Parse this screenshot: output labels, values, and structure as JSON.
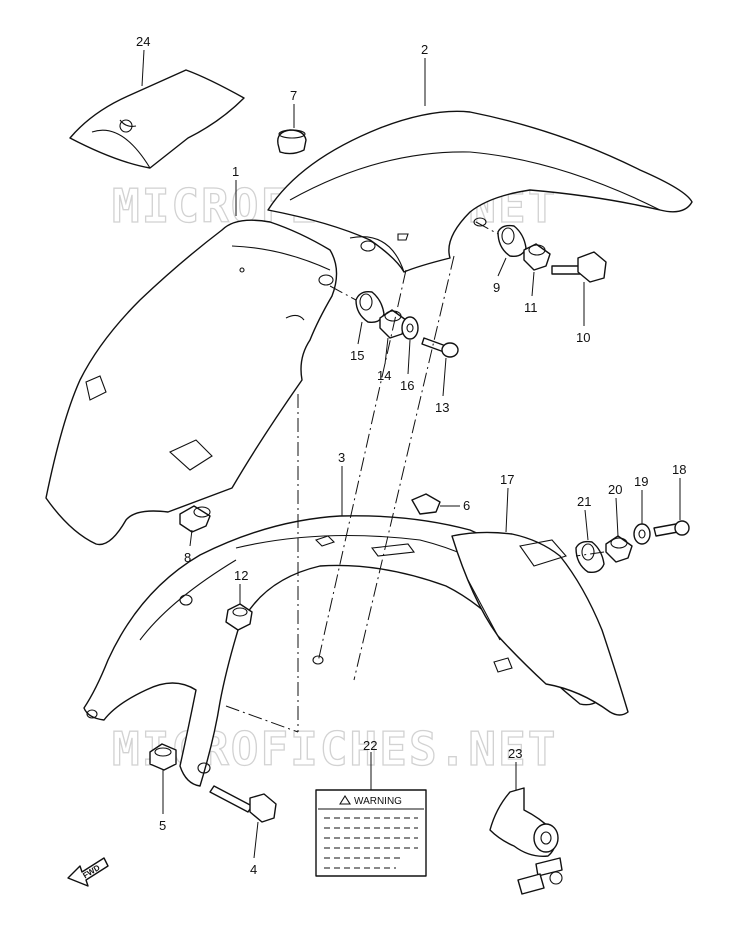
{
  "watermarks": [
    "MICROFICHES.NET",
    "MICROFICHES.NET"
  ],
  "labels": {
    "p1": "1",
    "p2": "2",
    "p3": "3",
    "p4": "4",
    "p5": "5",
    "p6": "6",
    "p7": "7",
    "p8": "8",
    "p9": "9",
    "p10": "10",
    "p11": "11",
    "p12": "12",
    "p13": "13",
    "p14": "14",
    "p15": "15",
    "p16": "16",
    "p17": "17",
    "p18": "18",
    "p19": "19",
    "p20": "20",
    "p21": "21",
    "p22": "22",
    "p23": "23",
    "p24": "24"
  },
  "warning_label": {
    "title": "WARNING"
  },
  "fwd_arrow": {
    "text": "FWD"
  },
  "icons": {
    "warning": "warning-triangle-icon",
    "direction": "fwd-arrow-icon"
  }
}
